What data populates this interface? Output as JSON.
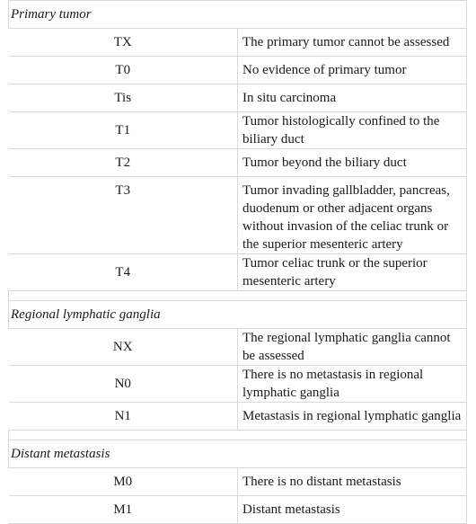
{
  "sections": [
    {
      "heading": "Primary tumor",
      "rows": [
        {
          "code": "TX",
          "text": "The primary tumor cannot be assessed"
        },
        {
          "code": "T0",
          "text": "No evidence of primary tumor"
        },
        {
          "code": "Tis",
          "text": "In situ carcinoma"
        },
        {
          "code": "T1",
          "text": "Tumor histologically confined to the biliary duct"
        },
        {
          "code": "T2",
          "text": "Tumor beyond the biliary duct"
        },
        {
          "code": "T3",
          "text": "Tumor invading gallbladder, pancreas, duodenum or other adjacent organs without invasion of the celiac trunk or the superior mesenteric artery"
        },
        {
          "code": "T4",
          "text": "Tumor celiac trunk or the superior mesenteric artery"
        }
      ]
    },
    {
      "heading": "Regional lymphatic ganglia",
      "rows": [
        {
          "code": "NX",
          "text": "The regional lymphatic ganglia cannot be assessed"
        },
        {
          "code": "N0",
          "text": "There is no metastasis in regional lymphatic ganglia"
        },
        {
          "code": "N1",
          "text": "Metastasis in regional lymphatic ganglia"
        }
      ]
    },
    {
      "heading": "Distant metastasis",
      "rows": [
        {
          "code": "M0",
          "text": "There is no distant metastasis"
        },
        {
          "code": "M1",
          "text": "Distant metastasis"
        }
      ]
    }
  ]
}
